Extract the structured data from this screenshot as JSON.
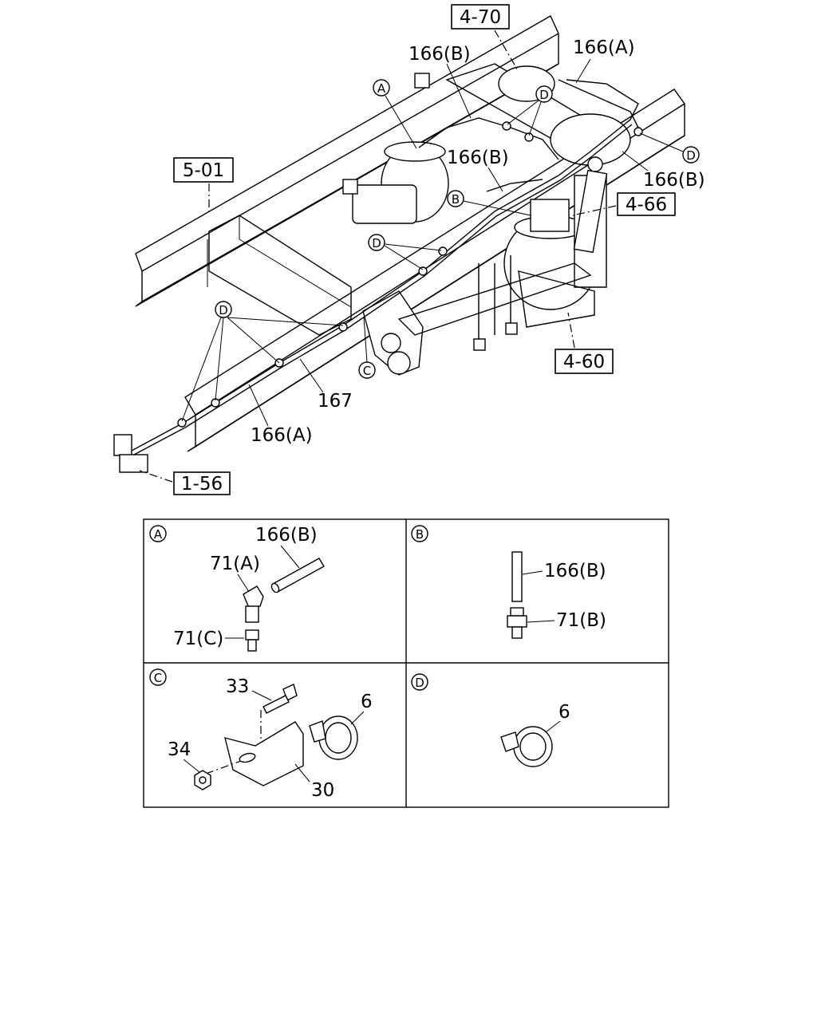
{
  "main_view": {
    "refs": {
      "r470": "4-70",
      "r501": "5-01",
      "r466": "4-66",
      "r460": "4-60",
      "r156": "1-56"
    },
    "labels": {
      "l166b_top": "166(B)",
      "l166a_top": "166(A)",
      "l166b_mid": "166(B)",
      "l166b_right": "166(B)",
      "l167": "167",
      "l166a_bottom": "166(A)"
    },
    "callouts": {
      "a": "A",
      "d1": "D",
      "b": "B",
      "d2": "D",
      "d3": "D",
      "d4": "D",
      "c": "C"
    }
  },
  "details": {
    "A": {
      "key": "A",
      "tube": "166(B)",
      "elbow": "71(A)",
      "connector": "71(C)"
    },
    "B": {
      "key": "B",
      "tube": "166(B)",
      "connector": "71(B)"
    },
    "C": {
      "key": "C",
      "bolt": "33",
      "clamp": "6",
      "nut": "34",
      "bracket": "30"
    },
    "D": {
      "key": "D",
      "clamp": "6"
    }
  }
}
